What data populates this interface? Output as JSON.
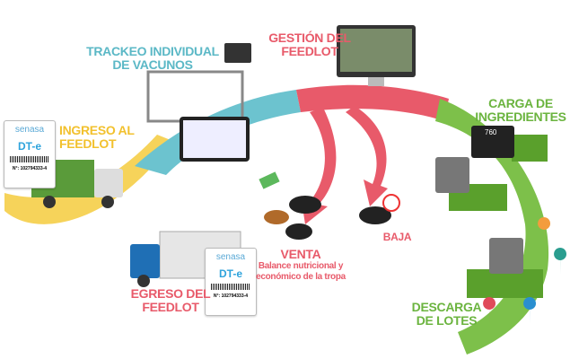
{
  "labels": {
    "tracking": [
      "TRACKEO INDIVIDUAL",
      "DE VACUNOS"
    ],
    "management": [
      "GESTIÓN DEL",
      "FEEDLOT"
    ],
    "loading": [
      "CARGA DE",
      "INGREDIENTES"
    ],
    "entry": [
      "INGRESO AL",
      "FEEDLOT"
    ],
    "sale": "VENTA",
    "sale_sub": [
      "Balance nutricional y",
      "económico de la tropa"
    ],
    "loss": "BAJA",
    "exit": [
      "EGRESO DEL",
      "FEEDLOT"
    ],
    "unload": [
      "DESCARGA",
      "DE LOTES"
    ]
  },
  "ticket": {
    "brand": "senasa",
    "doc": "DT-e",
    "number": "N°: 102794333-4"
  },
  "scale_display": "760",
  "colors": {
    "teal": "#5bb8c6",
    "red": "#e85a6a",
    "green": "#6bb43f",
    "yellow": "#f2c12e"
  }
}
